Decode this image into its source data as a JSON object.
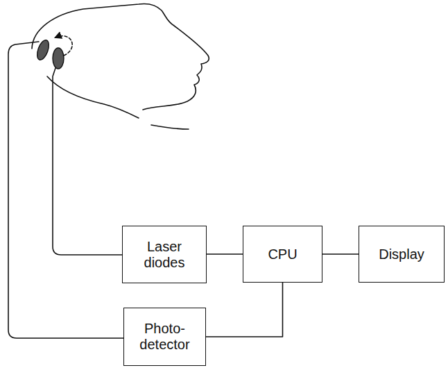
{
  "diagram": {
    "nodes": [
      {
        "text": [
          "Laser diodes"
        ]
      },
      {
        "text": [
          "CPU"
        ]
      },
      {
        "text": [
          "Display"
        ]
      },
      {
        "text": [
          "Photo- detector"
        ]
      }
    ],
    "edges": [
      {
        "from": 0,
        "to": 1,
        "arrow": "none"
      },
      {
        "from": 1,
        "to": 2,
        "arrow": "none"
      },
      {
        "from": 1,
        "to": 3,
        "arrow": "none"
      }
    ]
  }
}
